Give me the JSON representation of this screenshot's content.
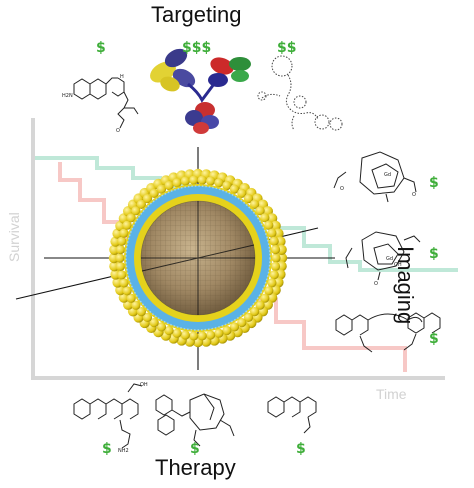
{
  "titles": {
    "top": "Targeting",
    "right": "Imaging",
    "bottom": "Therapy"
  },
  "axes": {
    "y_label": "Survival",
    "x_label": "Time"
  },
  "costs": {
    "targeting_small_molecule": "$",
    "targeting_antibody": "$$$",
    "targeting_aptamer": "$$",
    "imaging_chelate_1": "$",
    "imaging_chelate_2": "$",
    "imaging_dye": "$",
    "therapy_drug_1": "$",
    "therapy_drug_2": "$",
    "therapy_drug_3": "$"
  },
  "colors": {
    "lipid_heads": "#e5d21c",
    "inner_membrane": "#5ab2e6",
    "core": "#a08864",
    "curve_green": "#bfe8d8",
    "curve_red": "#f7c8c6",
    "cost_green": "#3fae3a"
  }
}
